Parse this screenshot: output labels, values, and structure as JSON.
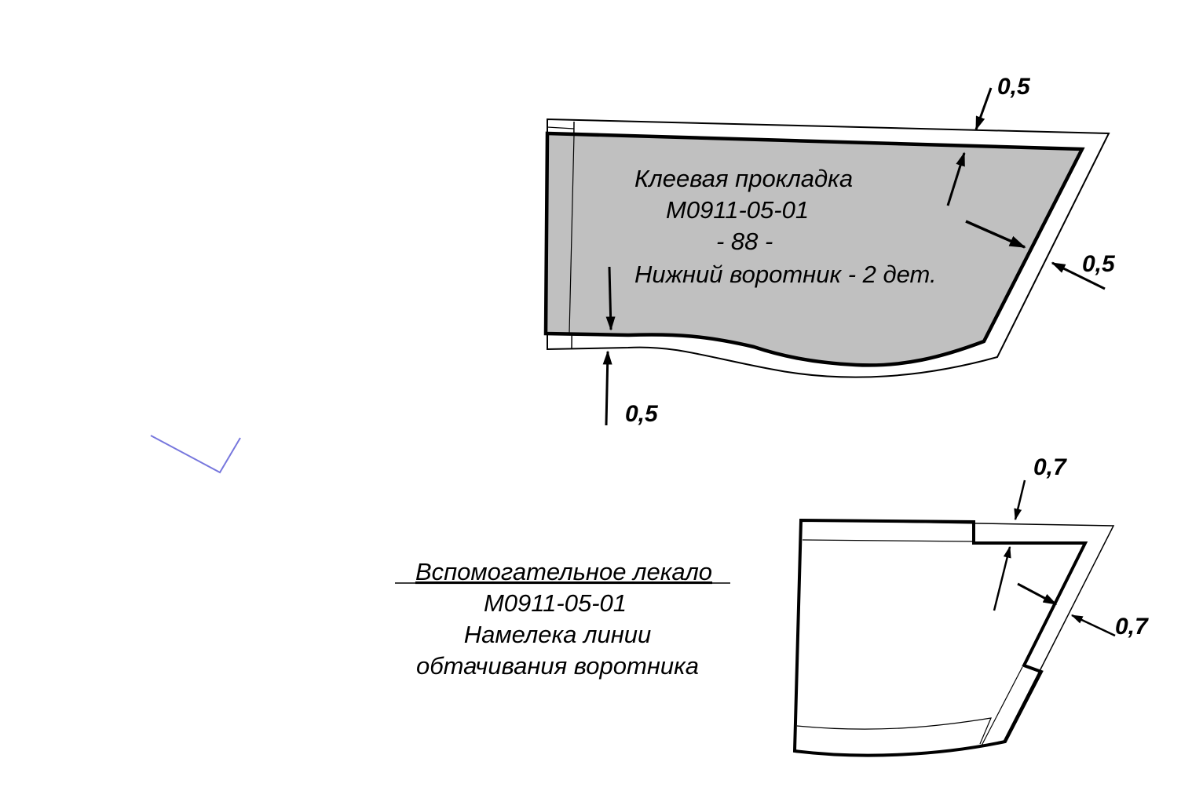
{
  "colors": {
    "interfacing_fill": "#c0c0c0",
    "outline": "#000000",
    "stray_stroke": "#7777dd"
  },
  "interfacing_piece": {
    "line1": "Клеевая прокладка",
    "line2": "М0911-05-01",
    "line3": "- 88 -",
    "line4": "Нижний воротник - 2 дет.",
    "dims": {
      "top": "0,5",
      "right": "0,5",
      "bottom": "0,5"
    }
  },
  "auxiliary_template": {
    "title": "Вспомогательное лекало",
    "code": "М0911-05-01",
    "desc1": "Намелека линии",
    "desc2": "обтачивания воротника",
    "dims": {
      "top": "0,7",
      "right": "0,7"
    }
  }
}
